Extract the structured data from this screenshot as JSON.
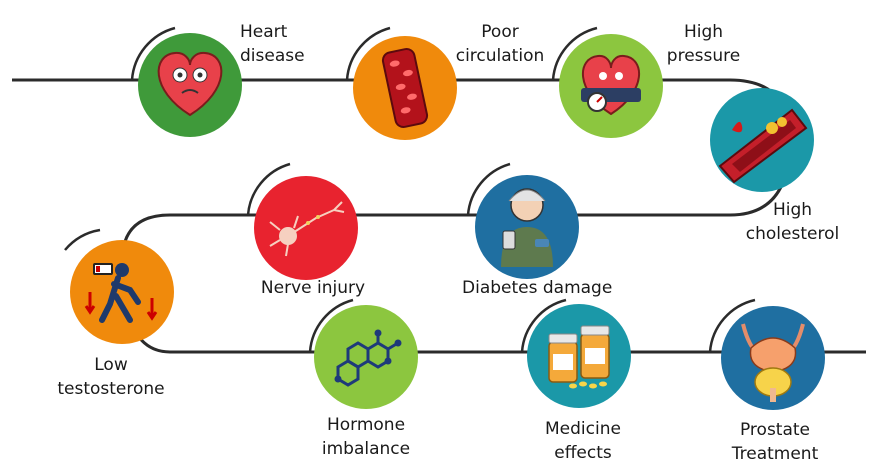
{
  "nodes": [
    {
      "id": "heart-disease",
      "lines": [
        "Heart",
        "disease"
      ],
      "color": "#3f9a3a",
      "icon": "angry-heart-icon"
    },
    {
      "id": "poor-circulation",
      "lines": [
        "Poor",
        "circulation"
      ],
      "color": "#f08a0c",
      "icon": "blood-vessel-icon"
    },
    {
      "id": "high-pressure",
      "lines": [
        "High",
        "pressure"
      ],
      "color": "#8cc63f",
      "icon": "heart-pressure-gauge-icon"
    },
    {
      "id": "high-cholesterol",
      "lines": [
        "High",
        "cholesterol"
      ],
      "color": "#1b98a8",
      "icon": "artery-plaque-icon"
    },
    {
      "id": "diabetes-damage",
      "lines": [
        "Diabetes damage"
      ],
      "color": "#1f6fa1",
      "icon": "glucose-meter-person-icon"
    },
    {
      "id": "nerve-injury",
      "lines": [
        "Nerve injury"
      ],
      "color": "#e8232f",
      "icon": "neuron-icon"
    },
    {
      "id": "low-testosterone",
      "lines": [
        "Low",
        "testosterone"
      ],
      "color": "#f08a0c",
      "icon": "tired-man-battery-icon"
    },
    {
      "id": "hormone-imbalance",
      "lines": [
        "Hormone",
        "imbalance"
      ],
      "color": "#8cc63f",
      "icon": "molecule-icon"
    },
    {
      "id": "medicine-effects",
      "lines": [
        "Medicine",
        "effects"
      ],
      "color": "#1b98a8",
      "icon": "pill-bottles-icon"
    },
    {
      "id": "prostate-treatment",
      "lines": [
        "Prostate",
        "Treatment"
      ],
      "color": "#1f6fa1",
      "icon": "prostate-icon"
    }
  ]
}
